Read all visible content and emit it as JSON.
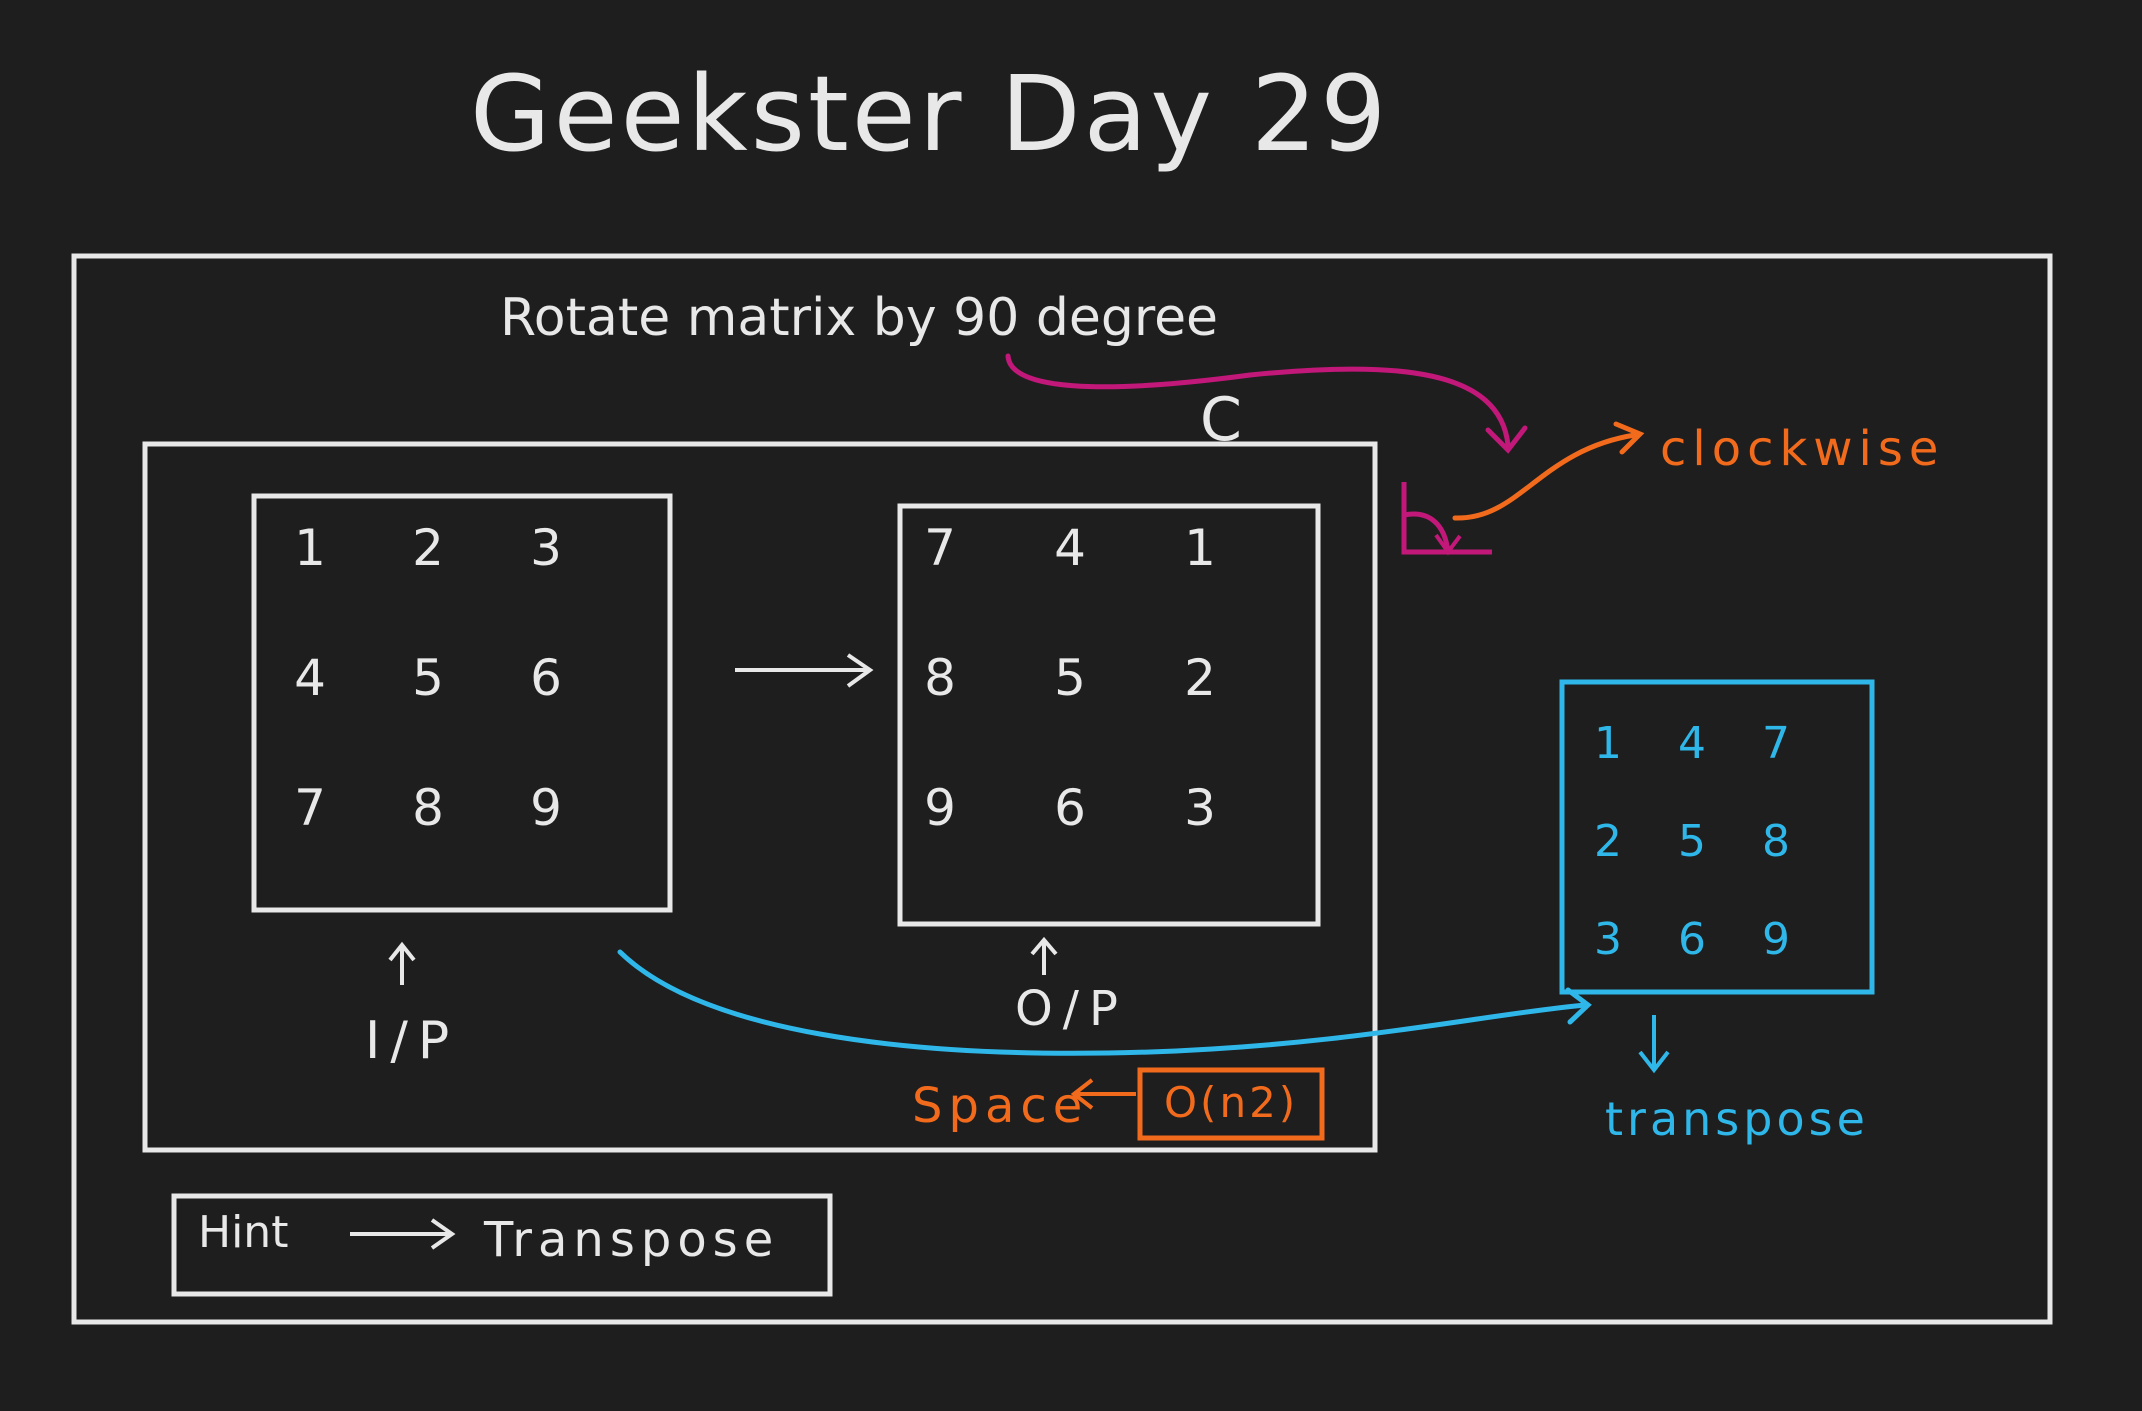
{
  "title": "Geekster Day 29",
  "problem": "Rotate matrix by 90 degree",
  "rotation_mark": "C",
  "clockwise_label": "clockwise",
  "input_matrix": [
    "1",
    "2",
    "3",
    "4",
    "5",
    "6",
    "7",
    "8",
    "9"
  ],
  "output_matrix": [
    "7",
    "4",
    "1",
    "8",
    "5",
    "2",
    "9",
    "6",
    "3"
  ],
  "transpose_matrix": [
    "1",
    "4",
    "7",
    "2",
    "5",
    "8",
    "3",
    "6",
    "9"
  ],
  "input_label": "I/P",
  "output_label": "O/P",
  "transpose_label": "transpose",
  "space_label": "Space",
  "complexity": "O(n2)",
  "hint": {
    "label": "Hint",
    "value": "Transpose"
  },
  "colors": {
    "background": "#1e1e1e",
    "chalk": "#e8e8e8",
    "accent_pink": "#c2187a",
    "accent_orange": "#f26b1d",
    "accent_blue": "#2fb7ea"
  },
  "icons": {
    "arrow": "right-arrow-icon",
    "angle": "right-angle-icon"
  }
}
